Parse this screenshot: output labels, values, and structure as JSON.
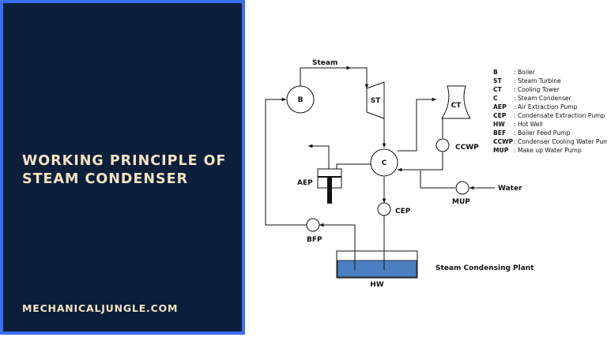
{
  "panel": {
    "title_line1": "WORKING PRINCIPLE OF",
    "title_line2": "STEAM CONDENSER",
    "site": "MECHANICALJUNGLE.COM",
    "accent_color": "#3b6ff5",
    "background_color": "#0b1f3a",
    "text_color": "#f3e3c3"
  },
  "diagram": {
    "steam_label": "Steam",
    "water_label": "Water",
    "plant_label": "Steam Condensing Plant",
    "water_fill_color": "#4a7fc1",
    "components": {
      "boiler": "B",
      "turbine": "ST",
      "cooling_tower": "CT",
      "condenser": "C",
      "ccwp": "CCWP",
      "aep": "AEP",
      "cep": "CEP",
      "mup": "MUP",
      "bfp": "BFP",
      "hotwell": "HW"
    },
    "legend": [
      {
        "abbr": "B",
        "desc": ": Boiler"
      },
      {
        "abbr": "ST",
        "desc": ": Steam Turbine"
      },
      {
        "abbr": "CT",
        "desc": ": Cooling Tower"
      },
      {
        "abbr": "C",
        "desc": ": Steam Condenser"
      },
      {
        "abbr": "AEP",
        "desc": ": Air Extraction Pump"
      },
      {
        "abbr": "CEP",
        "desc": ": Condensate Extraction Pump"
      },
      {
        "abbr": "HW",
        "desc": ": Hot Well"
      },
      {
        "abbr": "BEF",
        "desc": ": Boiler Feed Pump"
      },
      {
        "abbr": "CCWP",
        "desc": ": Condenser Cooling Water Pump"
      },
      {
        "abbr": "MUP",
        "desc": ": Make up Water Pump"
      }
    ]
  }
}
